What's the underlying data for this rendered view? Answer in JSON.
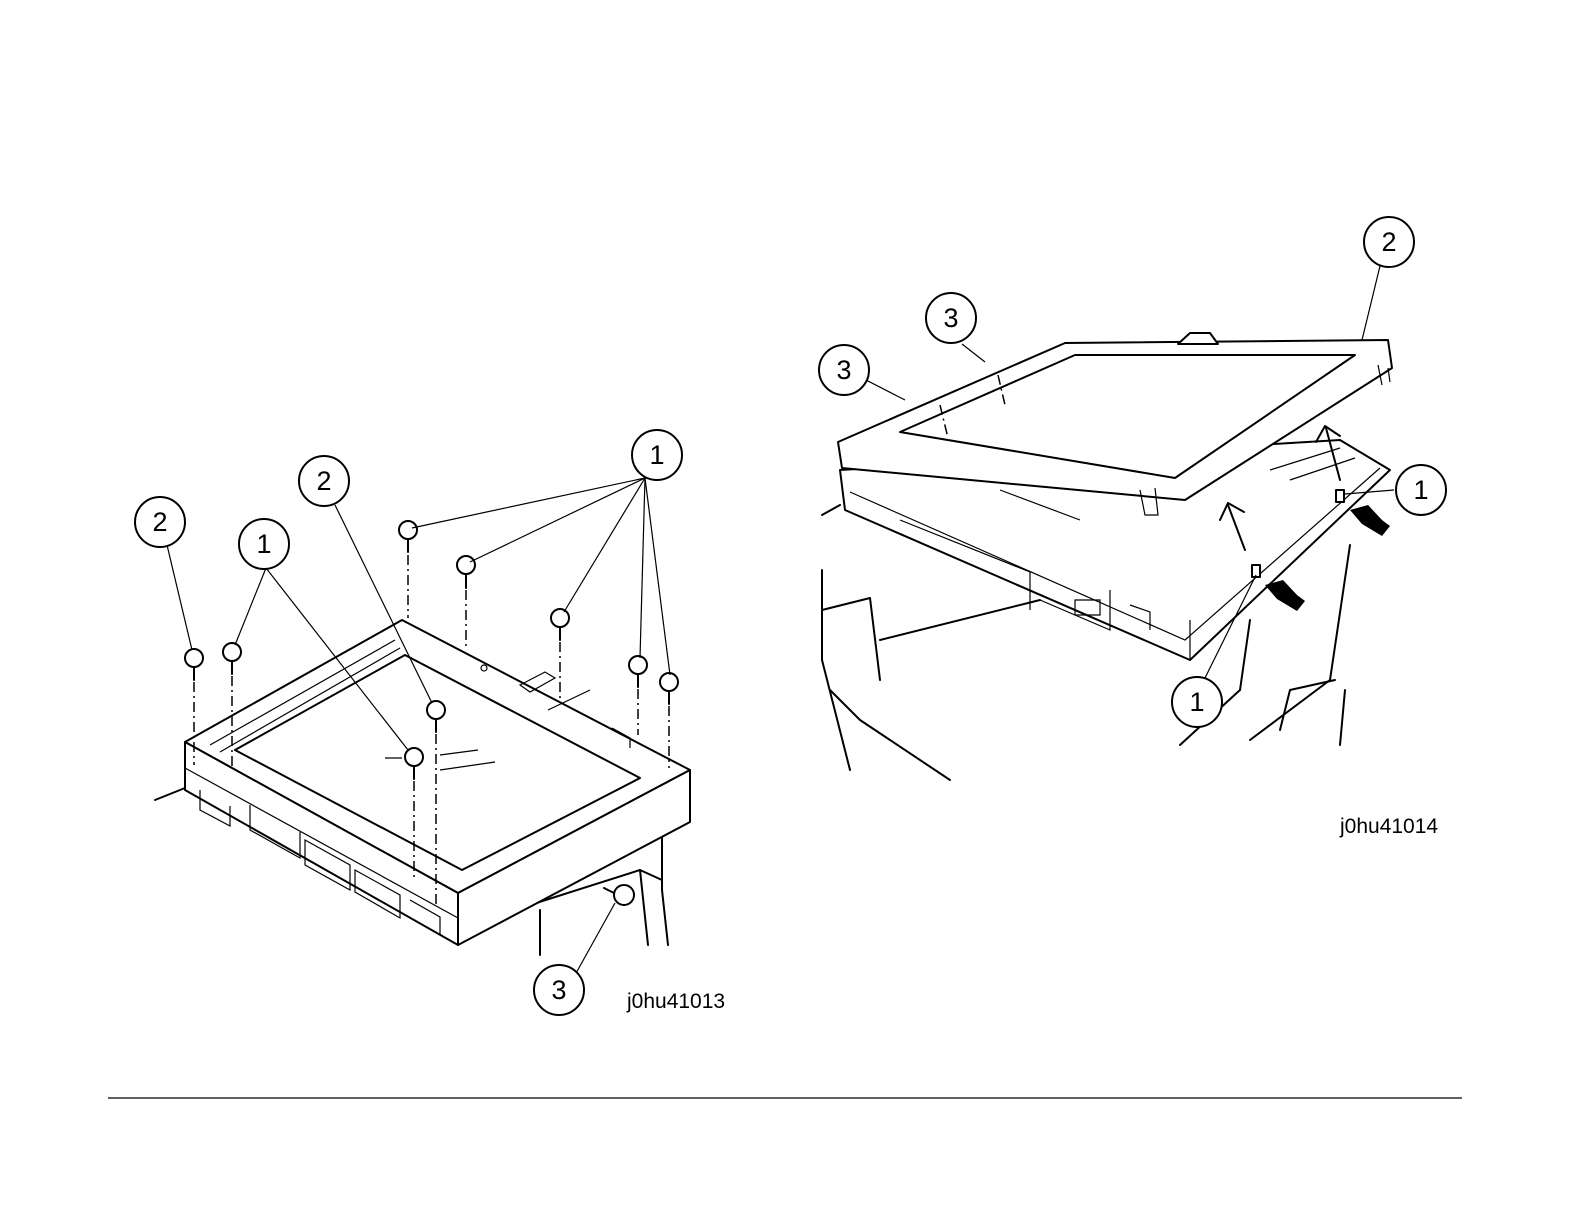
{
  "figure_left": {
    "id_label": "j0hu41013",
    "callouts": [
      "1",
      "2",
      "2",
      "1",
      "3"
    ]
  },
  "figure_right": {
    "id_label": "j0hu41014",
    "callouts": [
      "2",
      "3",
      "3",
      "1",
      "1"
    ]
  }
}
